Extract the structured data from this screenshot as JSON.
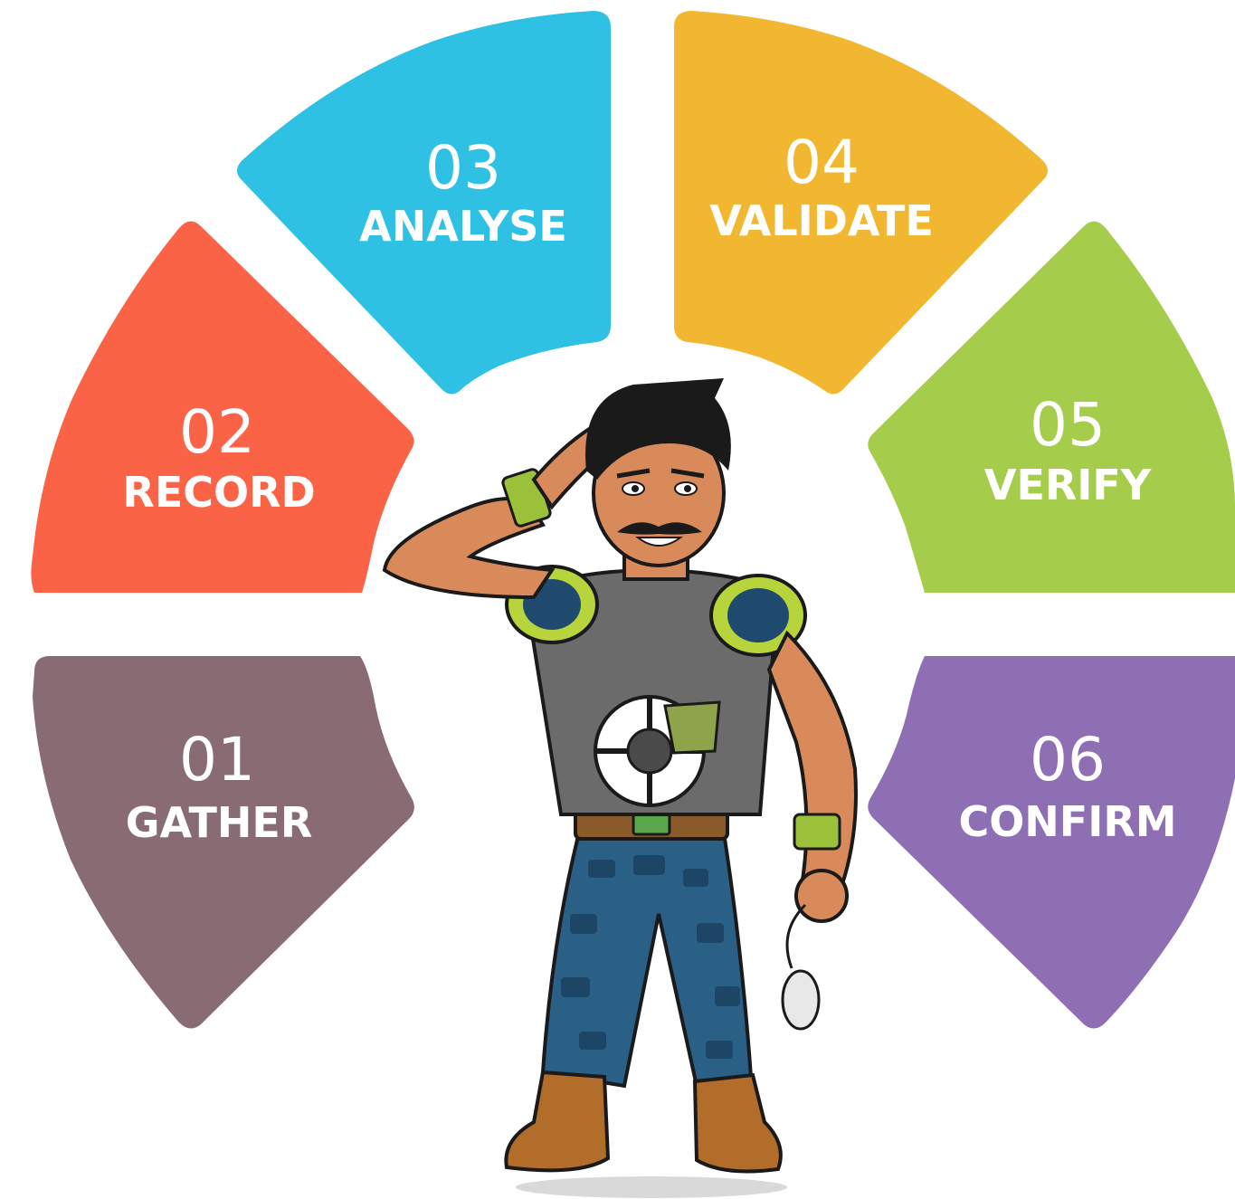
{
  "segments": [
    {
      "id": "01",
      "number": "01",
      "label": "GATHER",
      "color": "#896b73"
    },
    {
      "id": "02",
      "number": "02",
      "label": "RECORD",
      "color": "#fb6347"
    },
    {
      "id": "03",
      "number": "03",
      "label": "ANALYSE",
      "color": "#2fc1e3"
    },
    {
      "id": "04",
      "number": "04",
      "label": "VALIDATE",
      "color": "#f2b731"
    },
    {
      "id": "05",
      "number": "05",
      "label": "VERIFY",
      "color": "#a6cc4b"
    },
    {
      "id": "06",
      "number": "06",
      "label": "CONFIRM",
      "color": "#8e6fb3"
    }
  ],
  "mascot": {
    "name": "saluting-mascot-illustration"
  }
}
